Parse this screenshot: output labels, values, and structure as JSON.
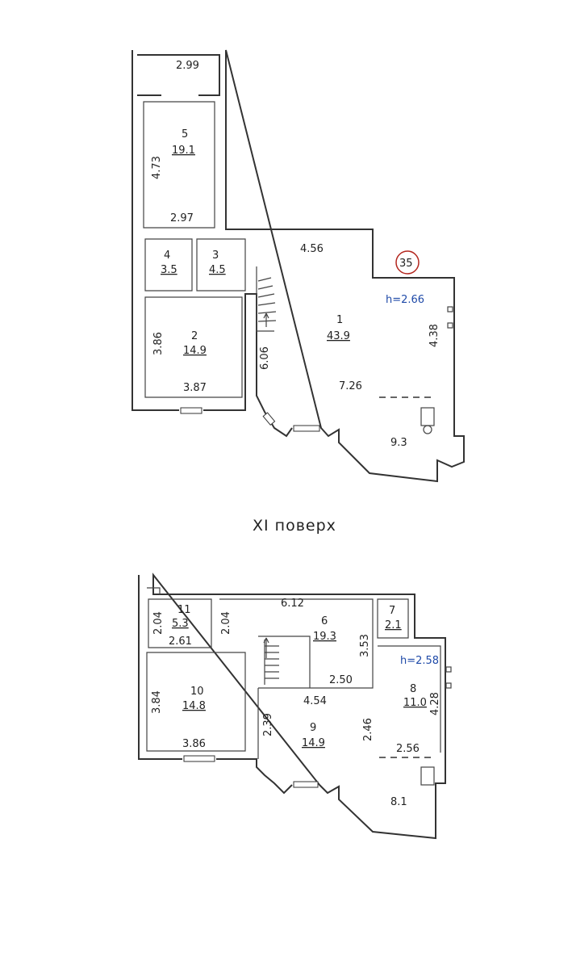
{
  "upper_floor": {
    "rooms": [
      {
        "num": "5",
        "area": "19.1"
      },
      {
        "num": "4",
        "area": "3.5"
      },
      {
        "num": "3",
        "area": "4.5"
      },
      {
        "num": "2",
        "area": "14.9"
      },
      {
        "num": "1",
        "area": "43.9"
      }
    ],
    "extra_area": "9.3",
    "dims": [
      "2.99",
      "4.73",
      "2.97",
      "4.56",
      "3.86",
      "3.87",
      "6.06",
      "7.26",
      "4.38"
    ],
    "height": "h=2.66",
    "apartment_number": "35"
  },
  "floor_title": "XI поверх",
  "lower_floor": {
    "rooms": [
      {
        "num": "11",
        "area": "5.3"
      },
      {
        "num": "6",
        "area": "19.3"
      },
      {
        "num": "7",
        "area": "2.1"
      },
      {
        "num": "10",
        "area": "14.8"
      },
      {
        "num": "9",
        "area": "14.9"
      },
      {
        "num": "8",
        "area": "11.0"
      }
    ],
    "extra_area": "8.1",
    "dims": [
      "6.12",
      "2.04",
      "2.04",
      "2.61",
      "3.53",
      "2.50",
      "4.54",
      "3.84",
      "2.39",
      "2.46",
      "4.28",
      "3.86",
      "2.56"
    ],
    "height": "h=2.58"
  }
}
